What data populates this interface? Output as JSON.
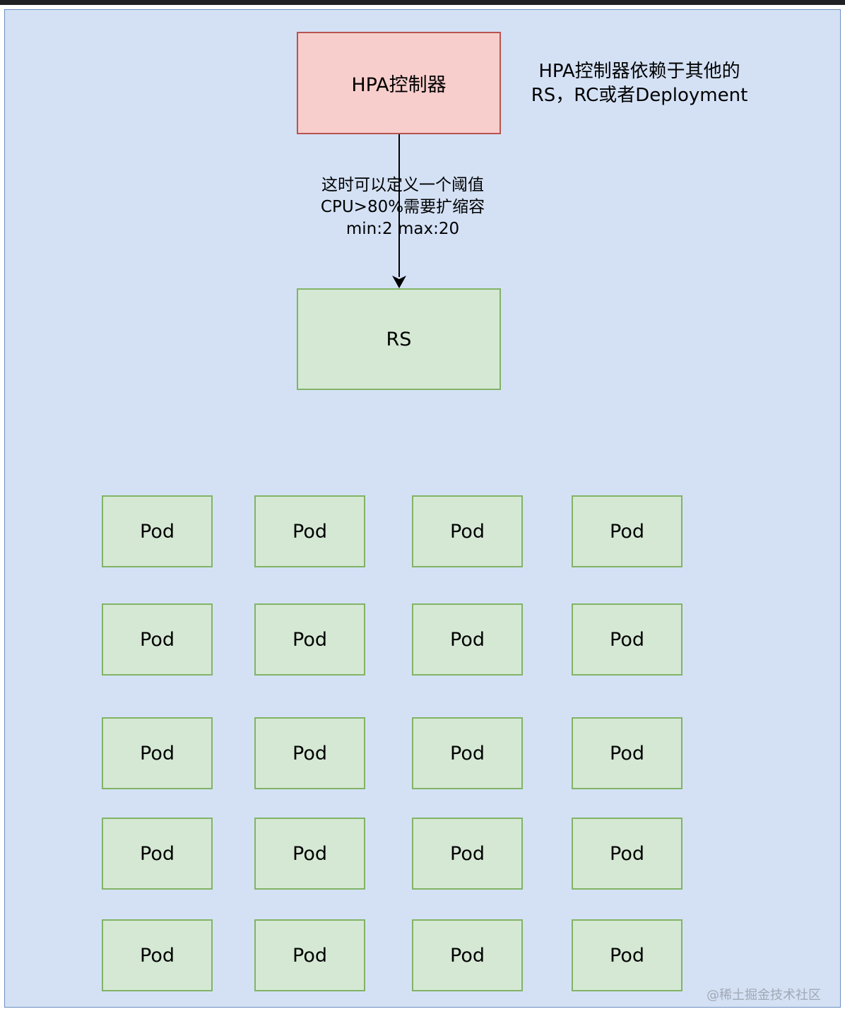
{
  "diagram": {
    "hpa_label": "HPA控制器",
    "rs_label": "RS",
    "note_lines": [
      "HPA控制器依赖于其他的",
      "RS，RC或者Deployment"
    ],
    "edge_label_lines": [
      "这时可以定义一个阈值",
      "CPU>80%需要扩缩容",
      "min:2  max:20"
    ],
    "pod_label": "Pod",
    "pods": [
      [
        "Pod",
        "Pod",
        "Pod",
        "Pod"
      ],
      [
        "Pod",
        "Pod",
        "Pod",
        "Pod"
      ],
      [
        "Pod",
        "Pod",
        "Pod",
        "Pod"
      ],
      [
        "Pod",
        "Pod",
        "Pod",
        "Pod"
      ],
      [
        "Pod",
        "Pod",
        "Pod",
        "Pod"
      ]
    ]
  },
  "watermark": "@稀土掘金技术社区",
  "colors": {
    "background": "#d4e1f5",
    "hpa_fill": "#f8cecc",
    "hpa_stroke": "#b85450",
    "pod_fill": "#d5e8d4",
    "pod_stroke": "#82b366"
  }
}
